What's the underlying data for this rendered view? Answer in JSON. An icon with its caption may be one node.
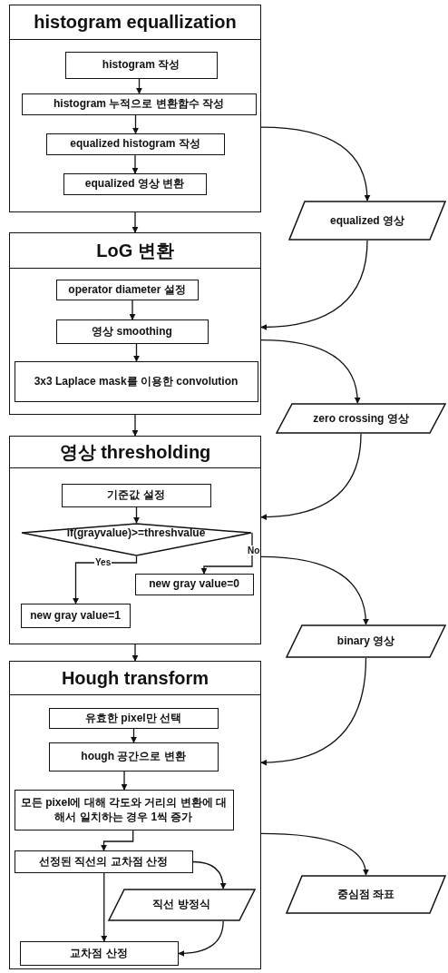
{
  "diagram": {
    "nodes": [
      {
        "text": [
          "histogram equallization"
        ]
      },
      {
        "text": [
          "histogram 작성"
        ],
        "in": 0
      },
      {
        "text": [
          "histogram 누적으로 변환함수 작성"
        ],
        "in": 0
      },
      {
        "text": [
          "equalized histogram 작성"
        ],
        "in": 0
      },
      {
        "text": [
          "equalized 영상 변환"
        ],
        "in": 0
      },
      {
        "text": [
          "equalized 영상"
        ]
      },
      {
        "text": [
          "LoG 변환"
        ]
      },
      {
        "text": [
          "operator diameter 설정"
        ],
        "in": 6
      },
      {
        "text": [
          "영상 smoothing"
        ],
        "in": 6
      },
      {
        "text": [
          "3x3 Laplace mask를 이용한 convolution"
        ],
        "in": 6
      },
      {
        "text": [
          "zero crossing 영상"
        ]
      },
      {
        "text": [
          "영상 thresholding"
        ]
      },
      {
        "text": [
          "기준값 설정"
        ],
        "in": 11
      },
      {
        "text": [
          "if(grayvalue)>=threshvalue"
        ],
        "in": 11
      },
      {
        "text": [
          "new gray value=0"
        ],
        "in": 11
      },
      {
        "text": [
          "new gray value=1"
        ],
        "in": 11
      },
      {
        "text": [
          "binary 영상"
        ]
      },
      {
        "text": [
          "Hough transform"
        ]
      },
      {
        "text": [
          "유효한 pixel만 선택"
        ],
        "in": 17
      },
      {
        "text": [
          "hough 공간으로 변환"
        ],
        "in": 17
      },
      {
        "text": [
          "모든 pixel에 대해 각도와 거리의 변환에 대해서 일치하는 경우 1씩 증가"
        ],
        "in": 17
      },
      {
        "text": [
          "선정된 직선의 교차점 산정"
        ],
        "in": 17
      },
      {
        "text": [
          "직선 방정식"
        ],
        "in": 17
      },
      {
        "text": [
          "교차점 산정"
        ],
        "in": 17
      },
      {
        "text": [
          "중심점 좌표"
        ]
      }
    ],
    "edges": [
      {
        "from": 1,
        "to": 2,
        "arrow": "to"
      },
      {
        "from": 2,
        "to": 3,
        "arrow": "to"
      },
      {
        "from": 3,
        "to": 4,
        "arrow": "to"
      },
      {
        "from": 0,
        "to": 6,
        "arrow": "to"
      },
      {
        "from": 0,
        "to": 5,
        "arrow": "to"
      },
      {
        "from": 5,
        "to": 6,
        "arrow": "to"
      },
      {
        "from": 7,
        "to": 8,
        "arrow": "to"
      },
      {
        "from": 8,
        "to": 9,
        "arrow": "to"
      },
      {
        "from": 6,
        "to": 11,
        "arrow": "to"
      },
      {
        "from": 6,
        "to": 10,
        "arrow": "to"
      },
      {
        "from": 10,
        "to": 11,
        "arrow": "to"
      },
      {
        "from": 12,
        "to": 13,
        "arrow": "to"
      },
      {
        "from": 13,
        "to": 15,
        "arrow": "to",
        "label": "Yes"
      },
      {
        "from": 13,
        "to": 14,
        "arrow": "to",
        "label": "No"
      },
      {
        "from": 11,
        "to": 16,
        "arrow": "to"
      },
      {
        "from": 11,
        "to": 17,
        "arrow": "to"
      },
      {
        "from": 16,
        "to": 17,
        "arrow": "to"
      },
      {
        "from": 18,
        "to": 19,
        "arrow": "to"
      },
      {
        "from": 19,
        "to": 20,
        "arrow": "to"
      },
      {
        "from": 20,
        "to": 21,
        "arrow": "to"
      },
      {
        "from": 21,
        "to": 23,
        "arrow": "to"
      },
      {
        "from": 21,
        "to": 22,
        "arrow": "to"
      },
      {
        "from": 22,
        "to": 23,
        "arrow": "to"
      },
      {
        "from": 17,
        "to": 24,
        "arrow": "to"
      }
    ]
  }
}
